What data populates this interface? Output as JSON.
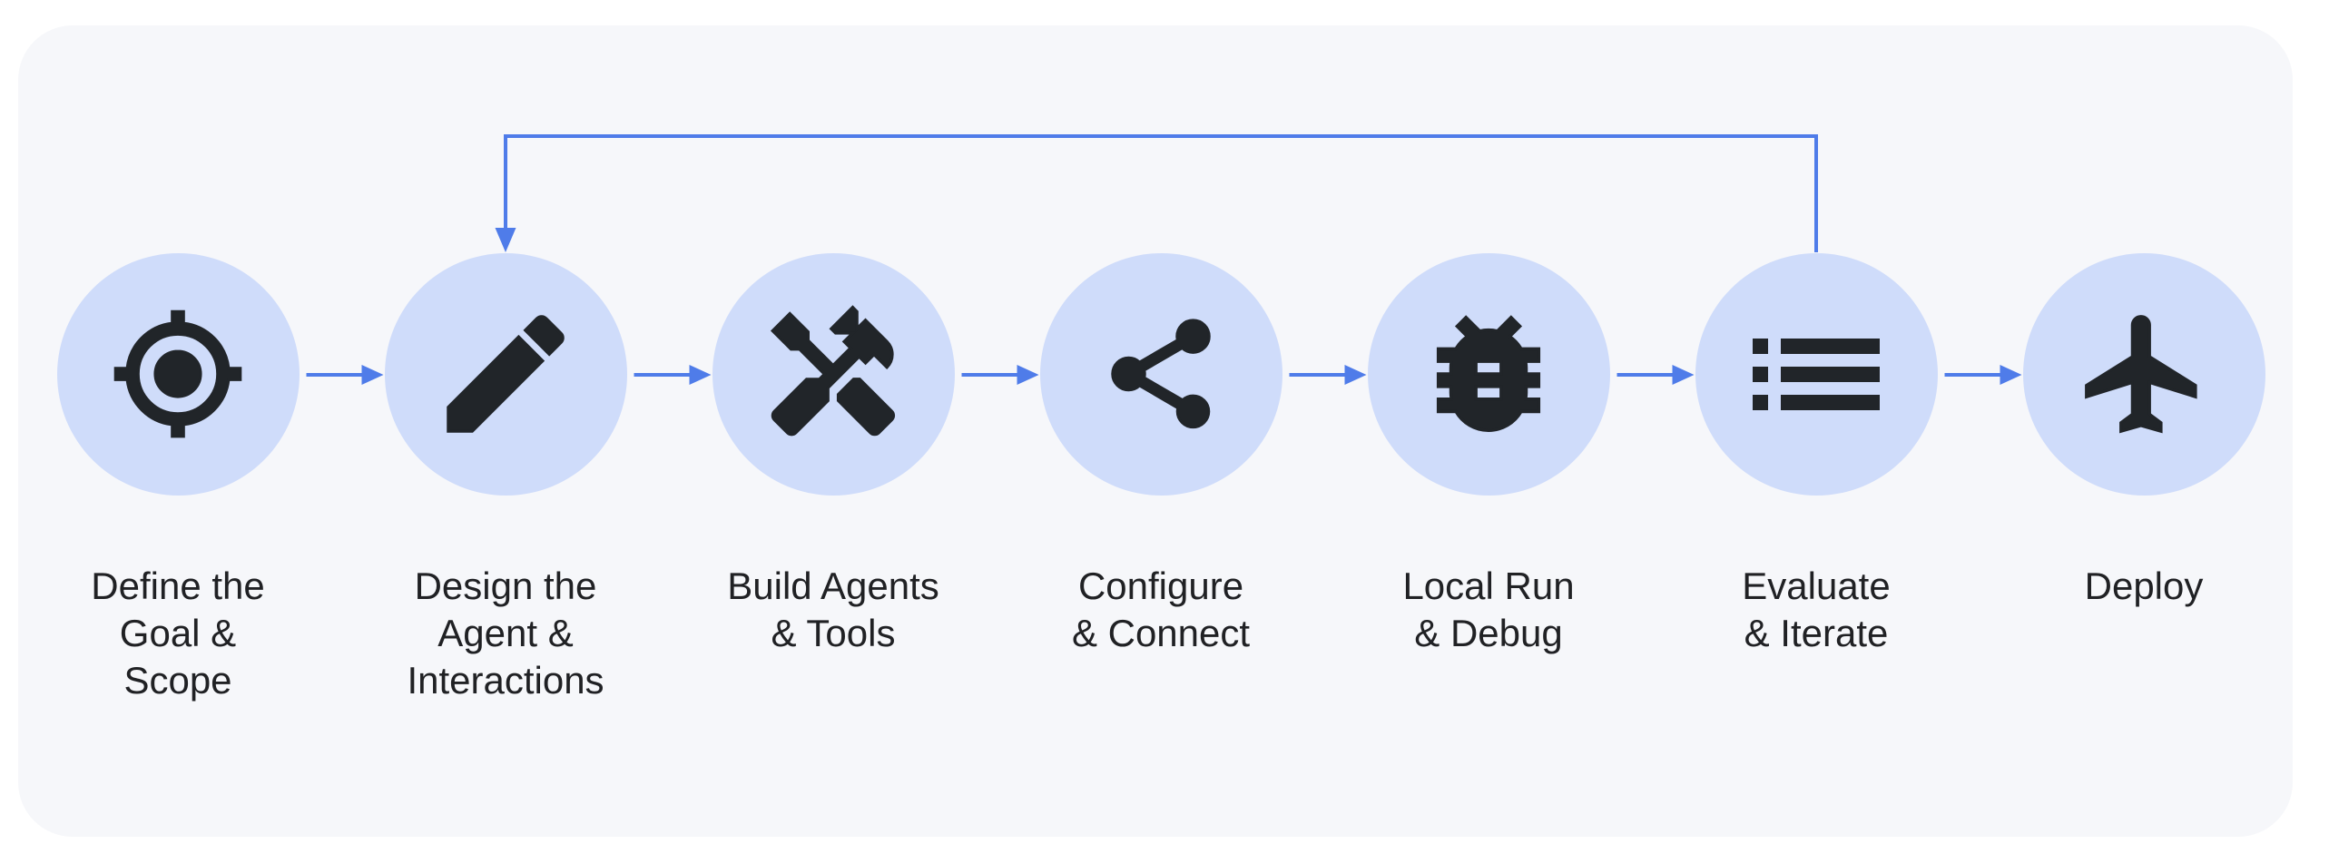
{
  "diagram": {
    "type": "flowchart",
    "direction": "left-to-right",
    "colors": {
      "page_background": "#ffffff",
      "card_background": "#f6f7fa",
      "circle_fill": "#cfdcfa",
      "icon_color": "#212529",
      "text_color": "#202124",
      "arrow_color": "#4f7ce9"
    },
    "steps": [
      {
        "icon": "target-icon",
        "label": "Define the Goal & Scope",
        "label_lines": [
          "Define the",
          "Goal &",
          "Scope"
        ]
      },
      {
        "icon": "edit-icon",
        "label": "Design the Agent & Interactions",
        "label_lines": [
          "Design the",
          "Agent &",
          "Interactions"
        ]
      },
      {
        "icon": "tools-icon",
        "label": "Build Agents & Tools",
        "label_lines": [
          "Build Agents",
          "& Tools"
        ]
      },
      {
        "icon": "share-icon",
        "label": "Configure & Connect",
        "label_lines": [
          "Configure",
          "& Connect"
        ]
      },
      {
        "icon": "bug-icon",
        "label": "Local Run & Debug",
        "label_lines": [
          "Local Run",
          "& Debug"
        ]
      },
      {
        "icon": "list-icon",
        "label": "Evaluate & Iterate",
        "label_lines": [
          "Evaluate",
          "& Iterate"
        ]
      },
      {
        "icon": "flight-icon",
        "label": "Deploy",
        "label_lines": [
          "Deploy"
        ]
      }
    ],
    "connections": [
      {
        "from": "Define the Goal & Scope",
        "to": "Design the Agent & Interactions",
        "type": "forward-arrow"
      },
      {
        "from": "Design the Agent & Interactions",
        "to": "Build Agents & Tools",
        "type": "forward-arrow"
      },
      {
        "from": "Build Agents & Tools",
        "to": "Configure & Connect",
        "type": "forward-arrow"
      },
      {
        "from": "Configure & Connect",
        "to": "Local Run & Debug",
        "type": "forward-arrow"
      },
      {
        "from": "Local Run & Debug",
        "to": "Evaluate & Iterate",
        "type": "forward-arrow"
      },
      {
        "from": "Evaluate & Iterate",
        "to": "Deploy",
        "type": "forward-arrow"
      },
      {
        "from": "Evaluate & Iterate",
        "to": "Design the Agent & Interactions",
        "type": "feedback-loop-arrow"
      }
    ]
  }
}
